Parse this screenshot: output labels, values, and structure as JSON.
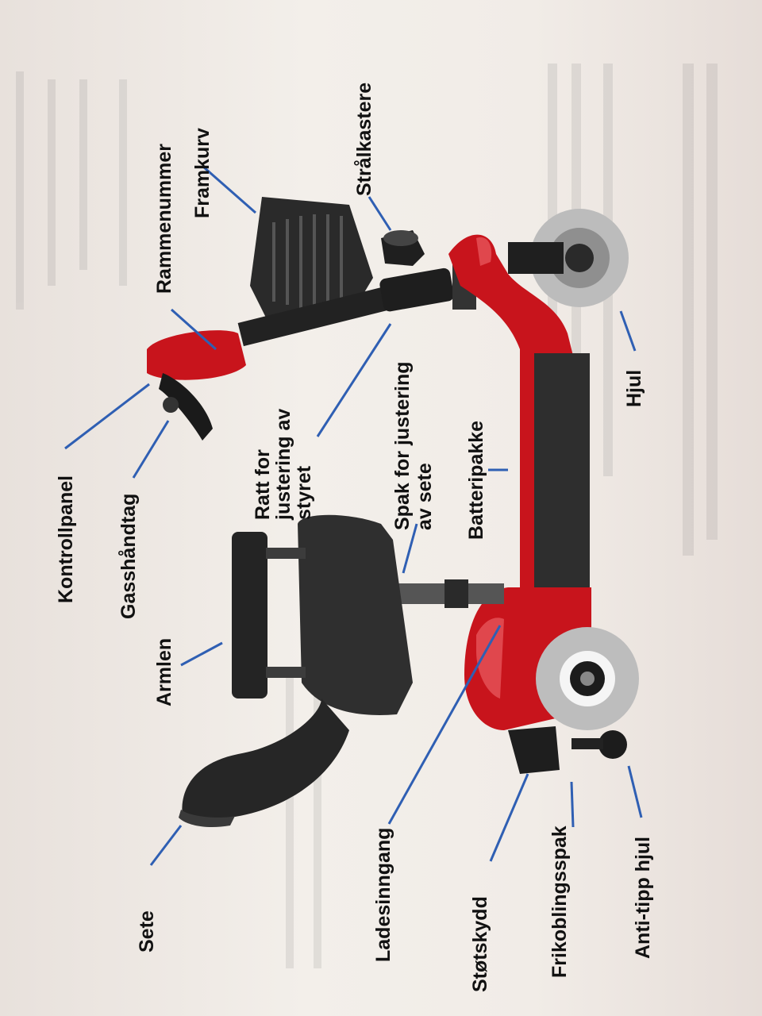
{
  "labels": {
    "sete": "Sete",
    "armlen": "Armlen",
    "gasshandtag": "Gasshåndtag",
    "kontrollpanel": "Kontrollpanel",
    "ratt_line1": "Ratt for",
    "ratt_line2": "justering av",
    "ratt_line3": "styret",
    "rammenummer": "Rammenummer",
    "framkurv": "Framkurv",
    "stralkastere": "Strålkastere",
    "spak_line1": "Spak for justering",
    "spak_line2": "av sete",
    "ladesinngang": "Ladesinngang",
    "batteripakke": "Batteripakke",
    "hjul": "Hjul",
    "stotskydd": "Støtskydd",
    "frikoblingsspak": "Frikoblingsspak",
    "anti_tipp_hjul": "Anti-tipp hjul"
  },
  "colors": {
    "leader_line": "#2f5fb3",
    "scooter_body": "#c8141c",
    "seat": "#2b2b2b",
    "tire": "#b9b9b9"
  }
}
